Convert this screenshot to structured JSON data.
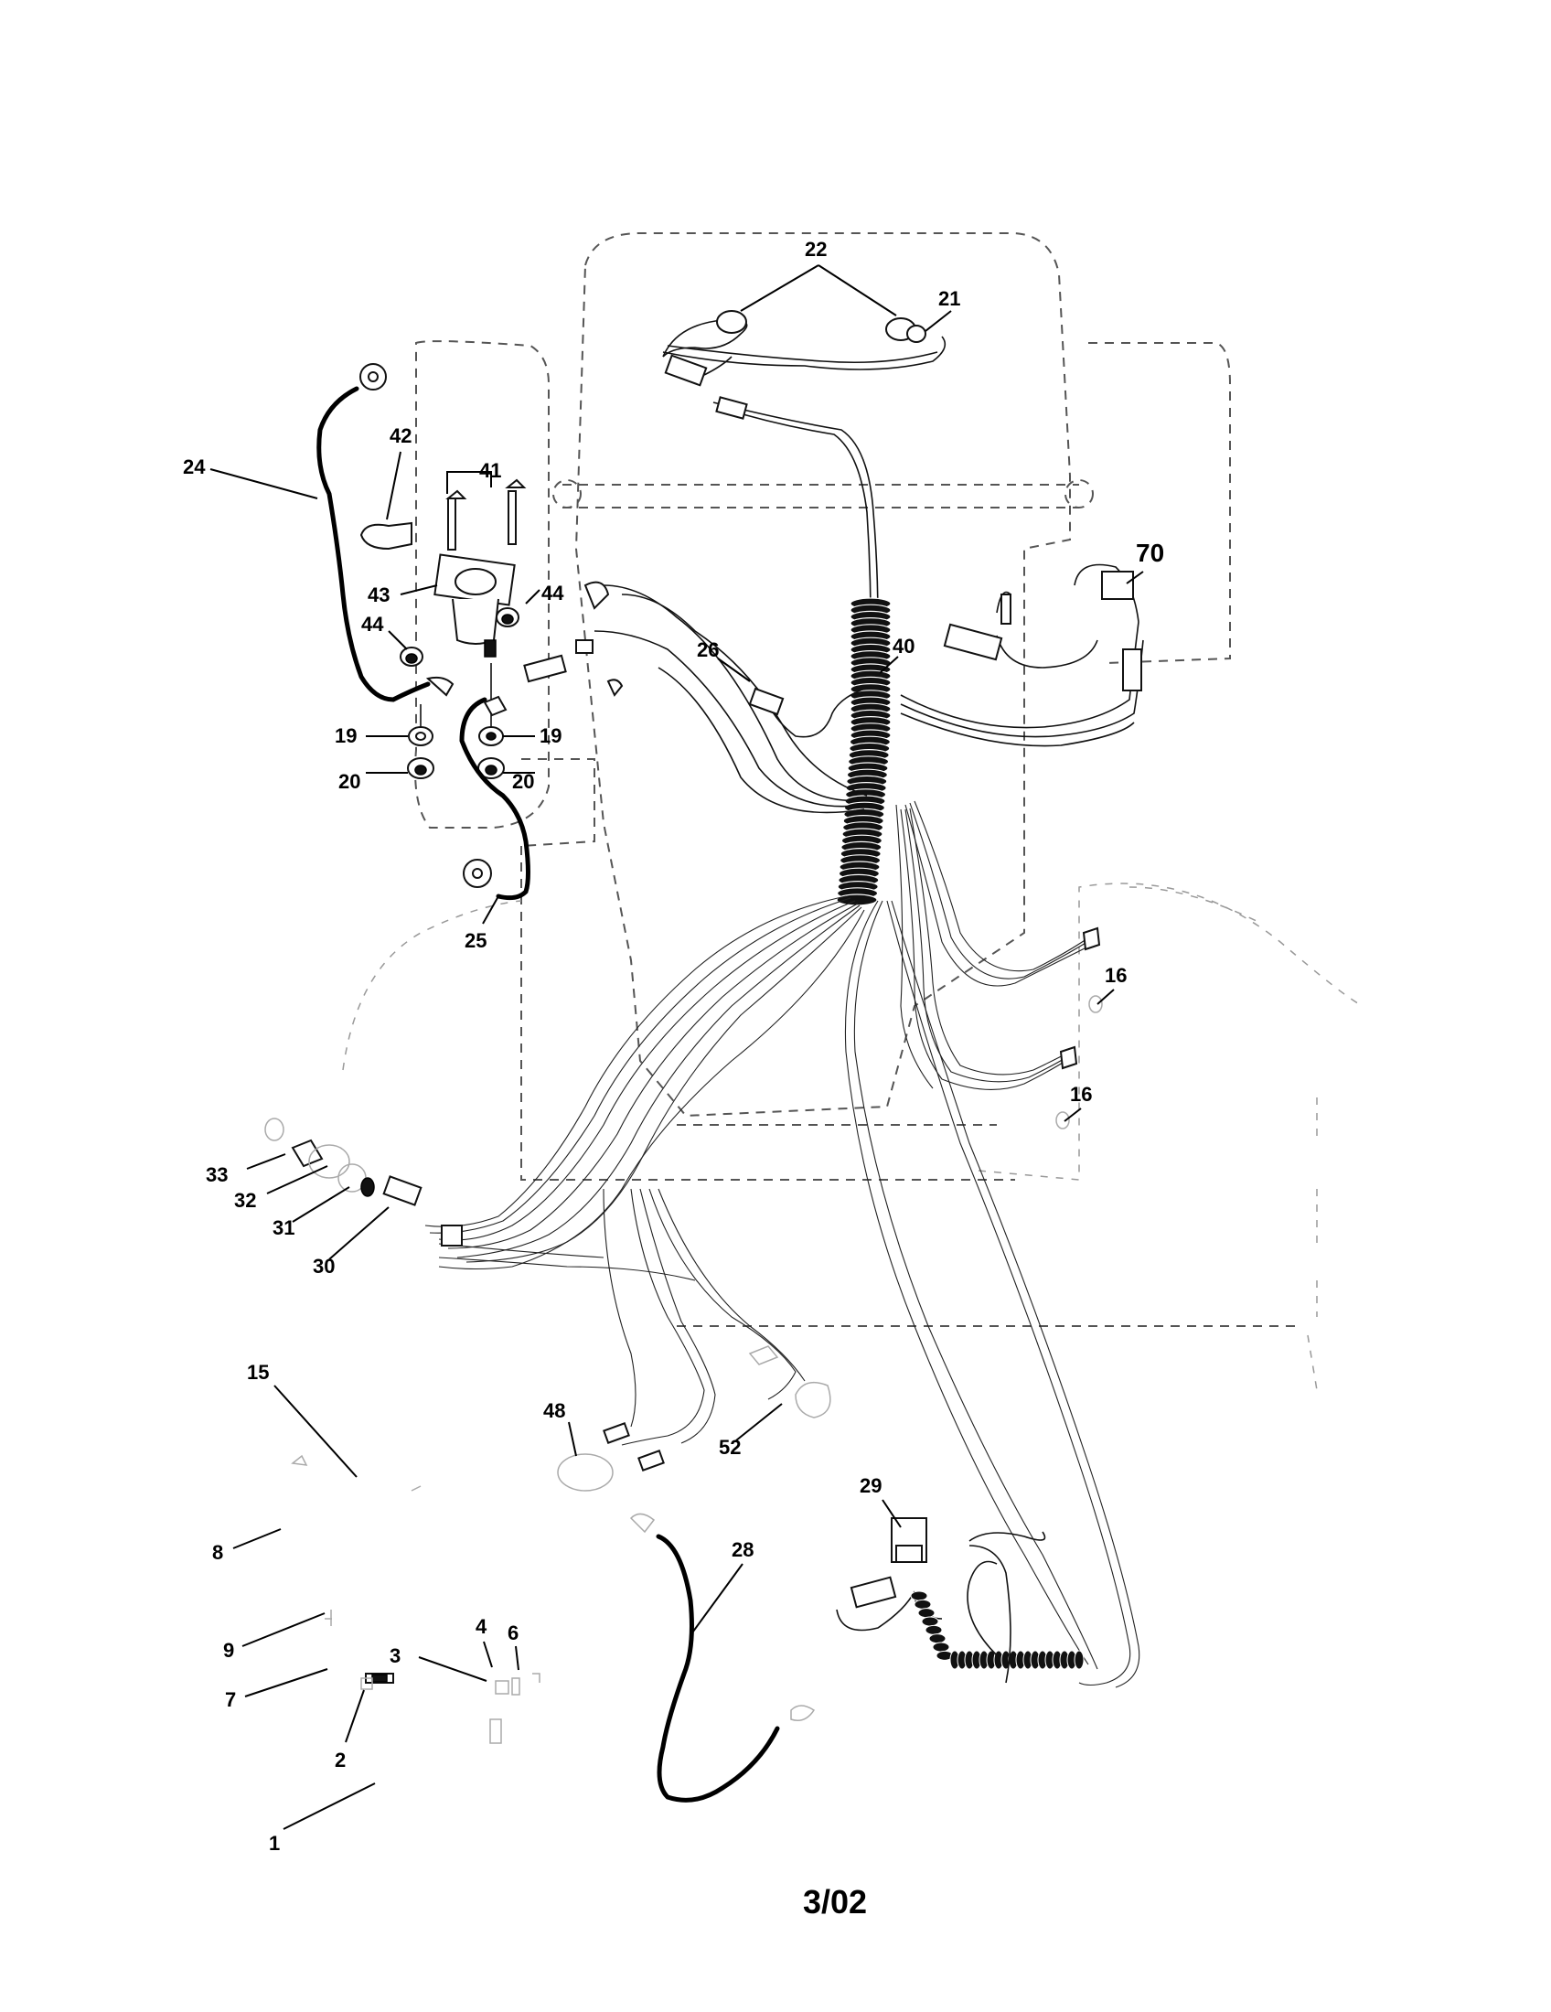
{
  "diagram": {
    "callouts": {
      "c1": "1",
      "c2": "2",
      "c3": "3",
      "c4": "4",
      "c6": "6",
      "c7": "7",
      "c8": "8",
      "c9": "9",
      "c15": "15",
      "c16a": "16",
      "c16b": "16",
      "c19a": "19",
      "c19b": "19",
      "c20a": "20",
      "c20b": "20",
      "c21": "21",
      "c22": "22",
      "c24": "24",
      "c25": "25",
      "c26": "26",
      "c28": "28",
      "c29": "29",
      "c30": "30",
      "c31": "31",
      "c32": "32",
      "c33": "33",
      "c40": "40",
      "c41": "41",
      "c42": "42",
      "c43": "43",
      "c44a": "44",
      "c44b": "44",
      "c48": "48",
      "c52": "52",
      "c70": "70"
    },
    "footer_code": "3/02"
  }
}
